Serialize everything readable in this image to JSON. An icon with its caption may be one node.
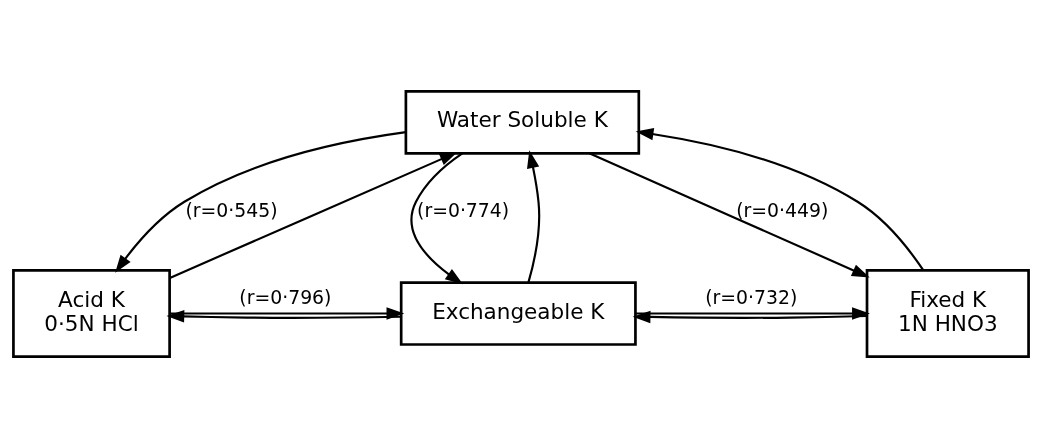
{
  "diagram": {
    "nodes": [
      {
        "text": [
          "Water Soluble K"
        ]
      },
      {
        "text": [
          "Acid K",
          "0·5N HCl"
        ]
      },
      {
        "text": [
          "Exchangeable K"
        ]
      },
      {
        "text": [
          "Fixed K",
          "1N HNO3"
        ]
      }
    ],
    "edges": [
      {
        "from": 1,
        "to": 0,
        "arrow": "to"
      },
      {
        "from": 0,
        "to": 1,
        "arrow": "to",
        "label": "(r=0·545)"
      },
      {
        "from": 2,
        "to": 0,
        "arrow": "to"
      },
      {
        "from": 0,
        "to": 2,
        "arrow": "to",
        "label": "(r=0·774)"
      },
      {
        "from": 0,
        "to": 3,
        "arrow": "to",
        "label": "(r=0·449)"
      },
      {
        "from": 3,
        "to": 0,
        "arrow": "to"
      },
      {
        "from": 2,
        "to": 1,
        "arrow": "to"
      },
      {
        "from": 1,
        "to": 2,
        "arrow": "to",
        "label": "(r=0·796)"
      },
      {
        "from": 3,
        "to": 2,
        "arrow": "to"
      },
      {
        "from": 2,
        "to": 3,
        "arrow": "to",
        "label": "(r=0·732)"
      }
    ]
  }
}
